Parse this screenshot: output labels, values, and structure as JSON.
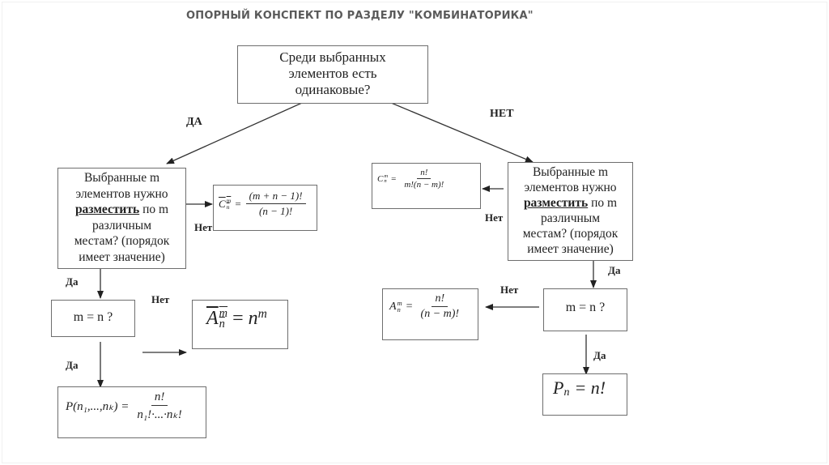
{
  "title": "ОПОРНЫЙ КОНСПЕКТ ПО РАЗДЕЛУ \"КОМБИНАТОРИКА\"",
  "root": {
    "lines": [
      "Среди выбранных",
      "элементов есть",
      "одинаковые?"
    ]
  },
  "branch_labels": {
    "yes": "ДА",
    "no": "НЕТ"
  },
  "left": {
    "question": {
      "line1": "Выбранные m",
      "line2": "элементов нужно",
      "underlined": "разместить",
      "line3_rest": " по m",
      "line4": "различным",
      "line5": "местам? (порядок",
      "line6": "имеет значение)"
    },
    "no_label": "Нет",
    "yes_label": "Да",
    "formula_combinations_rep": {
      "lhs": "C",
      "sup": "m",
      "sub": "n",
      "num": "(m + n − 1)!",
      "den": "(n − 1)!"
    },
    "eq_question": "m = n ?",
    "eq_no_label": "Нет",
    "eq_yes_label": "Да",
    "formula_arrangements_rep": {
      "lhs": "A",
      "sup": "m",
      "sub": "n",
      "rhs": "n",
      "rhs_sup": "m"
    },
    "formula_permutations_rep": {
      "lhs": "P(n₁,...,nₖ) =",
      "num": "n!",
      "den": "n₁!·...·nₖ!"
    }
  },
  "right": {
    "question": {
      "line1": "Выбранные m",
      "line2": "элементов нужно",
      "underlined": "разместить",
      "line3_rest": " по m",
      "line4": "различным",
      "line5": "местам? (порядок",
      "line6": "имеет значение)"
    },
    "no_label": "Нет",
    "yes_label": "Да",
    "formula_combinations": {
      "lhs": "C",
      "sup": "m",
      "sub": "n",
      "num": "n!",
      "den": "m!(n − m)!"
    },
    "eq_question": "m = n ?",
    "eq_no_label": "Нет",
    "eq_yes_label": "Да",
    "formula_arrangements": {
      "lhs": "A",
      "sup": "m",
      "sub": "n",
      "num": "n!",
      "den": "(n − m)!"
    },
    "formula_permutations": {
      "lhs": "P",
      "sub": "n",
      "rhs": "= n!"
    }
  }
}
